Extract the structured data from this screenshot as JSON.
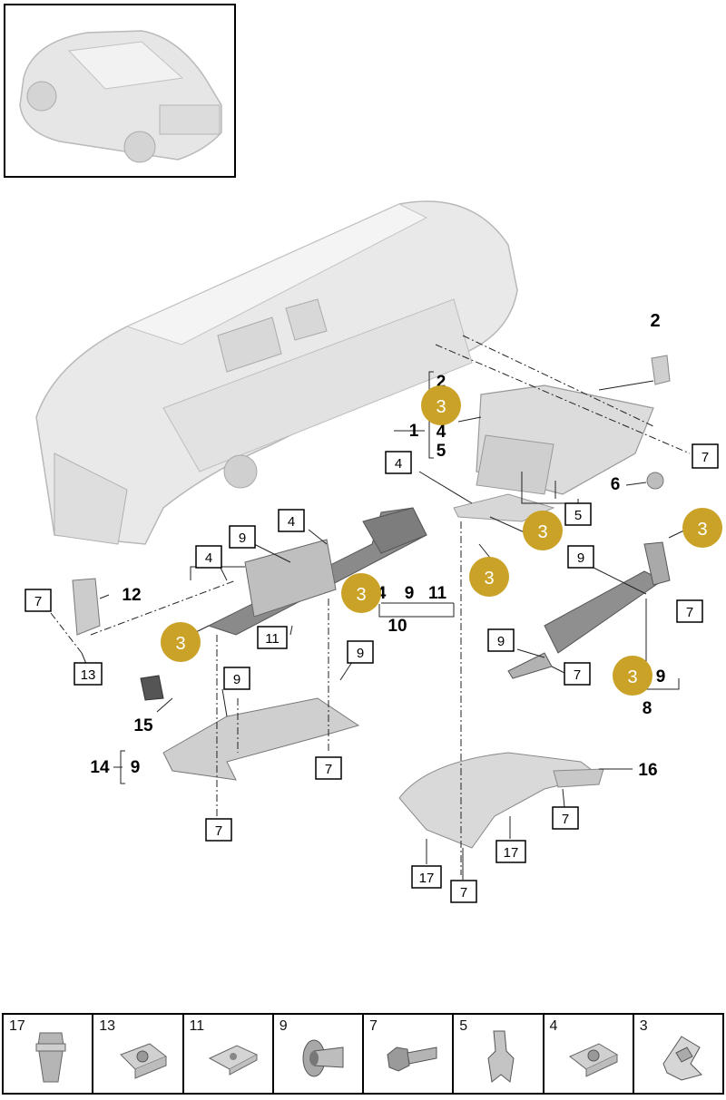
{
  "diagram": {
    "callouts": {
      "c_2_top": "2",
      "c_1": "1",
      "c_2_bracket": "2",
      "c_4_bracket": "4",
      "c_5_bracket": "5",
      "c_3_gold_a": "3",
      "c_7_a": "7",
      "c_4_a": "4",
      "c_6": "6",
      "c_5_box": "5",
      "c_3_gold_b": "3",
      "c_3_gold_c": "3",
      "c_9_a": "9",
      "c_4_b": "4",
      "c_3_gold_d": "3",
      "c_3_gold_e": "3",
      "c_4_c": "4",
      "c_4_d": "4",
      "c_9_b": "9",
      "c_11_a": "11",
      "c_10": "10",
      "c_7_b": "7",
      "c_12": "12",
      "c_13": "13",
      "c_11_box": "11",
      "c_9_box_c": "9",
      "c_7_c": "7",
      "c_9_box_d": "9",
      "c_7_d": "7",
      "c_3_gold_f": "3",
      "c_9_e": "9",
      "c_8": "8",
      "c_9_box_f": "9",
      "c_9_box_g": "9",
      "c_15": "15",
      "c_14": "14",
      "c_9_h": "9",
      "c_7_e": "7",
      "c_7_f": "7",
      "c_16": "16",
      "c_7_g": "7",
      "c_17_a": "17",
      "c_17_b": "17",
      "c_7_h": "7",
      "c_3_gold_g": "3"
    },
    "gold_color": "#c9a227"
  },
  "parts_strip": [
    {
      "number": "17",
      "icon": "expanding-nut-icon"
    },
    {
      "number": "13",
      "icon": "clip-nut-icon"
    },
    {
      "number": "11",
      "icon": "speed-nut-icon"
    },
    {
      "number": "9",
      "icon": "expanding-rivet-icon"
    },
    {
      "number": "7",
      "icon": "hex-bolt-icon"
    },
    {
      "number": "5",
      "icon": "spring-clip-icon"
    },
    {
      "number": "4",
      "icon": "clip-nut-icon"
    },
    {
      "number": "3",
      "icon": "retaining-clip-icon"
    }
  ]
}
